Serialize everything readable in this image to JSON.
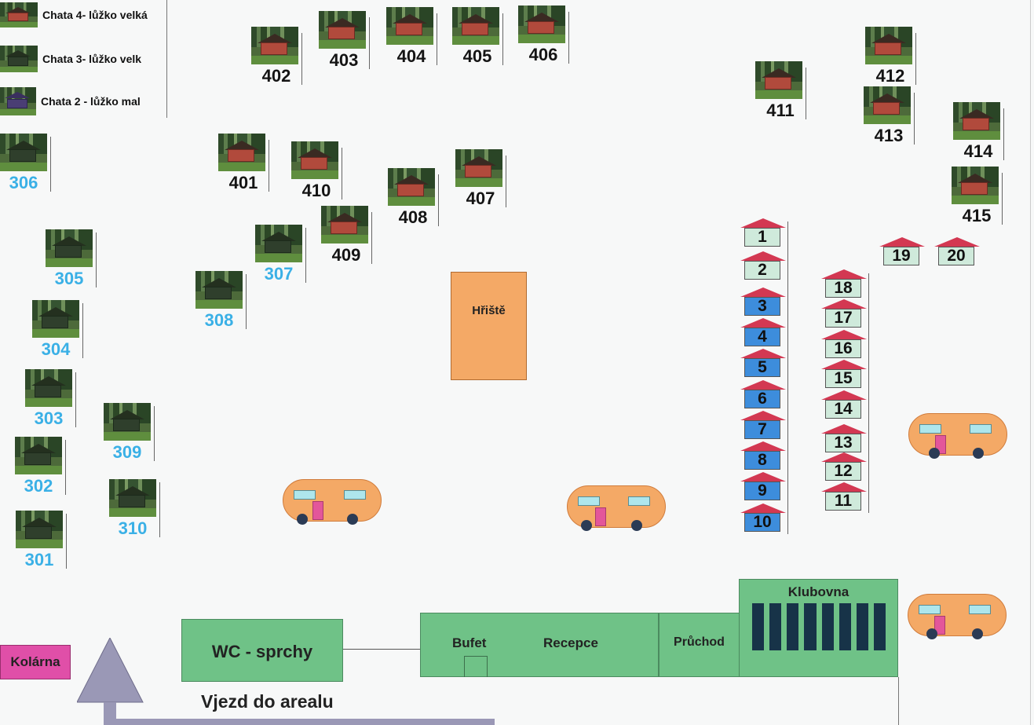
{
  "legend": [
    {
      "text": "Chata 4- lůžko velká",
      "icon": "cabin-red-photo"
    },
    {
      "text": "Chata 3- lůžko velk",
      "icon": "cabin-green-photo"
    },
    {
      "text": "Chata 2 - lůžko mal",
      "icon": "cabin-purple-photo"
    }
  ],
  "cabins_400": [
    "402",
    "403",
    "404",
    "405",
    "406",
    "411",
    "412",
    "413",
    "414",
    "415",
    "401",
    "410",
    "407",
    "408",
    "409"
  ],
  "cabins_300": [
    "306",
    "305",
    "304",
    "303",
    "302",
    "301",
    "307",
    "308",
    "309",
    "310"
  ],
  "houses_left": [
    "1",
    "2",
    "3",
    "4",
    "5",
    "6",
    "7",
    "8",
    "9",
    "10"
  ],
  "houses_right": [
    "18",
    "17",
    "16",
    "15",
    "14",
    "13",
    "12",
    "11"
  ],
  "houses_top": [
    "19",
    "20"
  ],
  "playground": "Hřiště",
  "buildings": {
    "wc": "WC - sprchy",
    "bufet": "Bufet",
    "recepce": "Recepce",
    "pruchod": "Průchod",
    "klubovna": "Klubovna",
    "kolarna": "Kolárna"
  },
  "entrance": "Vjezd do arealu",
  "colors": {
    "house_roof": "#d33852",
    "house_light": "#cfeadb",
    "house_blue": "#3d8ddc",
    "building_green": "#6fc287",
    "playground_orange": "#f4a966",
    "kolarna_pink": "#e04fa8",
    "cabin_blue_label": "#3ab0e6",
    "arrow_grey": "#9a98b6"
  }
}
